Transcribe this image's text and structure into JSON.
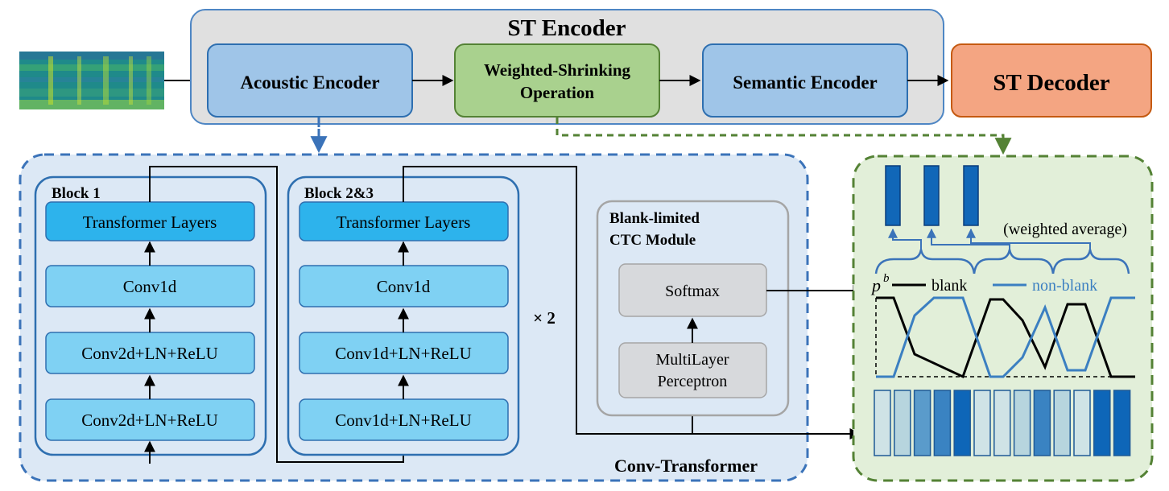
{
  "st_encoder": {
    "title": "ST Encoder",
    "acoustic_encoder": "Acoustic Encoder",
    "weighted_shrinking_line1": "Weighted-Shrinking",
    "weighted_shrinking_line2": "Operation",
    "semantic_encoder": "Semantic Encoder"
  },
  "st_decoder": "ST Decoder",
  "conv_transformer": {
    "title": "Conv-Transformer",
    "repeat_label": "× 2",
    "block1": {
      "title": "Block 1",
      "layers": [
        "Transformer Layers",
        "Conv1d",
        "Conv2d+LN+ReLU",
        "Conv2d+LN+ReLU"
      ]
    },
    "block23": {
      "title": "Block 2&3",
      "layers": [
        "Transformer Layers",
        "Conv1d",
        "Conv1d+LN+ReLU",
        "Conv1d+LN+ReLU"
      ]
    },
    "ctc_module": {
      "title_line1": "Blank-limited",
      "title_line2": "CTC Module",
      "softmax": "Softmax",
      "mlp_line1": "MultiLayer",
      "mlp_line2": "Perceptron"
    }
  },
  "shrinking_panel": {
    "weighted_average": "(weighted average)",
    "p_symbol": "p",
    "p_superscript": "b",
    "blank_label": "blank",
    "nonblank_label": "non-blank",
    "frame_shades": [
      "#cfe3e6",
      "#b7d5de",
      "#5a9bcb",
      "#3a83c2",
      "#0e66b8",
      "#cfe3e6",
      "#cfe3e6",
      "#b7d5de",
      "#3a83c2",
      "#b7d5de",
      "#cfe3e6",
      "#0e66b8",
      "#0e66b8"
    ]
  },
  "colors": {
    "encoder_bg": "#e0e0e0",
    "encoder_border": "#4e86c4",
    "module_blue": "#9fc5e8",
    "module_green": "#a9d18e",
    "decoder_orange": "#f4a582",
    "conv_panel_bg": "#dce8f5",
    "green_panel_bg": "#e2efd9",
    "transformer_fill": "#2db3ec",
    "layer_fill": "#7fd1f3",
    "nonblank_line": "#3b7fc1"
  }
}
